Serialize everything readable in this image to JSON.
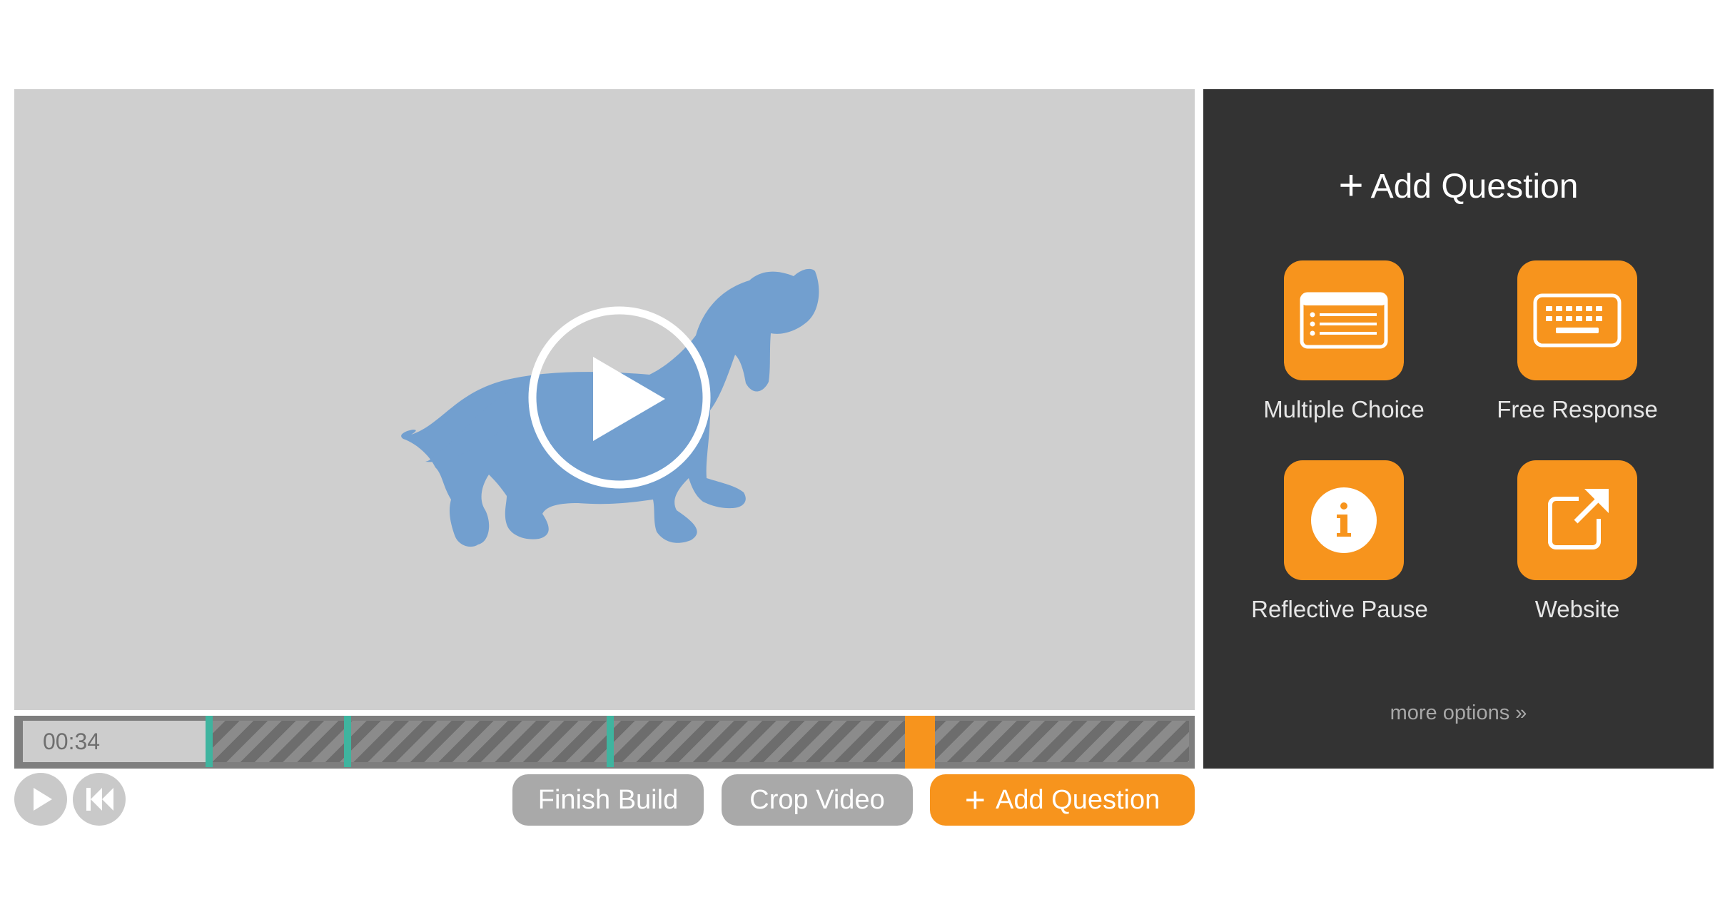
{
  "video": {
    "thumbnail_icon": "dachshund-silhouette",
    "play_icon": "play-circle-icon"
  },
  "timeline": {
    "current_time": "00:34",
    "question_markers_count": 3,
    "marker_color": "#3fb49f",
    "current_marker_color": "#f7941d"
  },
  "controls": {
    "play_icon": "play-icon",
    "rewind_icon": "rewind-to-start-icon"
  },
  "toolbar": {
    "finish_build": "Finish Build",
    "crop_video": "Crop Video",
    "add_question_plus": "+",
    "add_question": "Add Question"
  },
  "panel": {
    "title_plus": "+",
    "title": "Add Question",
    "options": [
      {
        "label": "Multiple Choice",
        "icon": "multiple-choice-icon"
      },
      {
        "label": "Free Response",
        "icon": "keyboard-icon"
      },
      {
        "label": "Reflective Pause",
        "icon": "info-icon"
      },
      {
        "label": "Website",
        "icon": "external-link-icon"
      }
    ],
    "more_options": "more options »"
  },
  "colors": {
    "accent": "#f7941d",
    "panel_bg": "#333333",
    "video_bg": "#cfcfcf",
    "dog": "#729fcf"
  }
}
